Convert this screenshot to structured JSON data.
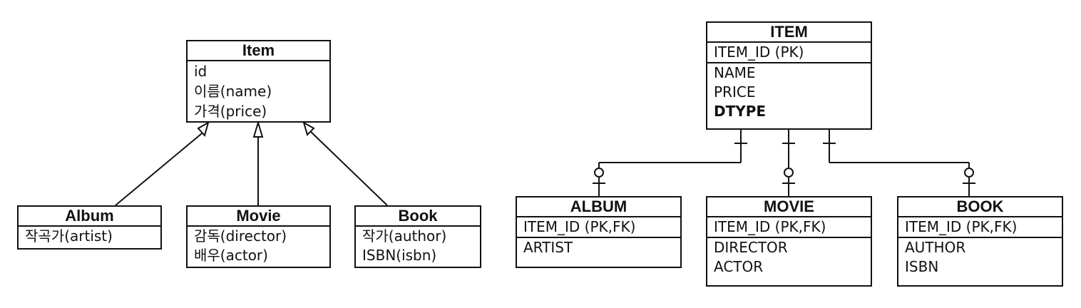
{
  "class_diagram": {
    "item": {
      "title": "Item",
      "attributes": [
        "id",
        "이름(name)",
        "가격(price)"
      ]
    },
    "album": {
      "title": "Album",
      "attributes": [
        "작곡가(artist)"
      ]
    },
    "movie": {
      "title": "Movie",
      "attributes": [
        "감독(director)",
        "배우(actor)"
      ]
    },
    "book": {
      "title": "Book",
      "attributes": [
        "작가(author)",
        "ISBN(isbn)"
      ]
    }
  },
  "erd": {
    "item": {
      "title": "ITEM",
      "keys": [
        "ITEM_ID (PK)"
      ],
      "columns": [
        "NAME",
        "PRICE",
        "DTYPE"
      ]
    },
    "album": {
      "title": "ALBUM",
      "keys": [
        "ITEM_ID (PK,FK)"
      ],
      "columns": [
        "ARTIST"
      ]
    },
    "movie": {
      "title": "MOVIE",
      "keys": [
        "ITEM_ID (PK,FK)"
      ],
      "columns": [
        "DIRECTOR",
        "ACTOR"
      ]
    },
    "book": {
      "title": "BOOK",
      "keys": [
        "ITEM_ID (PK,FK)"
      ],
      "columns": [
        "AUTHOR",
        "ISBN"
      ]
    }
  }
}
